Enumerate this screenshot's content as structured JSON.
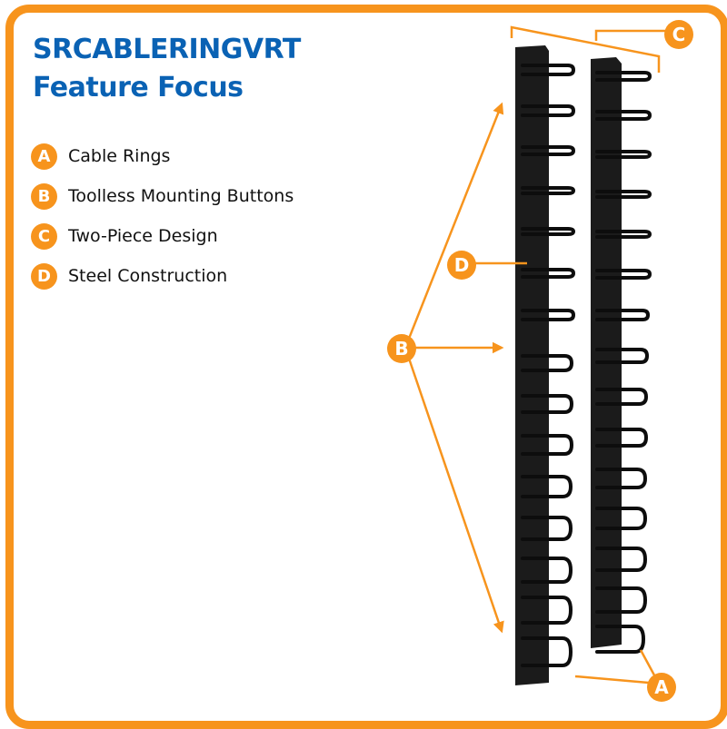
{
  "header": {
    "title_line1": "SRCABLERINGVRT",
    "title_line2": "Feature Focus"
  },
  "features": [
    {
      "letter": "A",
      "label": "Cable Rings"
    },
    {
      "letter": "B",
      "label": "Toolless Mounting Buttons"
    },
    {
      "letter": "C",
      "label": "Two-Piece Design"
    },
    {
      "letter": "D",
      "label": "Steel Construction"
    }
  ],
  "callouts": {
    "a": "A",
    "b": "B",
    "c": "C",
    "d": "D"
  },
  "colors": {
    "accent": "#f7941d",
    "title": "#0a62b4",
    "product": "#1a1a1a"
  }
}
